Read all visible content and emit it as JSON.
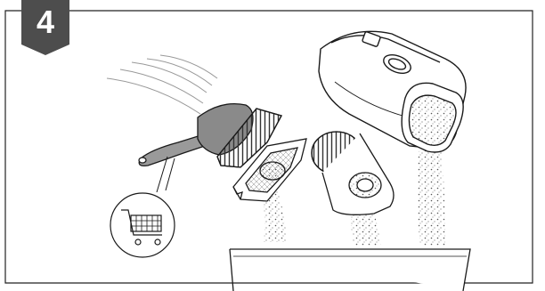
{
  "step": {
    "number": "4",
    "badge_color": "#4d4d4d"
  },
  "illustration": {
    "parts": [
      "dust-container",
      "cleaning-brush",
      "filter-screen",
      "cylindrical-filter",
      "waste-bin"
    ],
    "callout_icon": "shopping-cart-icon",
    "line_color": "#1a1a1a"
  }
}
